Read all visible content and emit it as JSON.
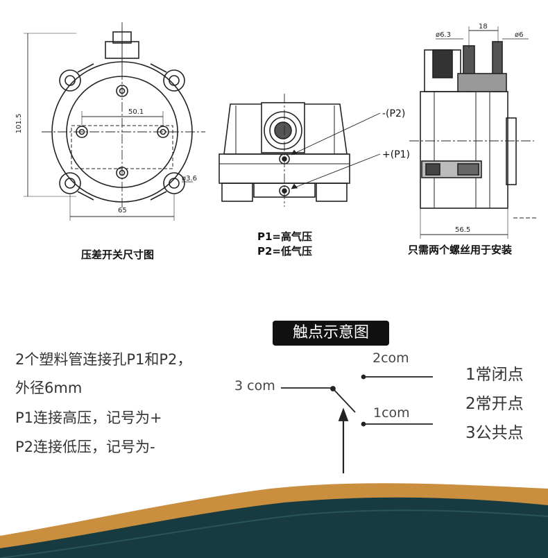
{
  "drawing_front": {
    "height_dim": "101.5",
    "hole_spacing_dim": "50.1",
    "hole_dia_dim": "ø3.6",
    "width_dim": "65",
    "caption": "压差开关尺寸图"
  },
  "drawing_middle": {
    "p2_label": "-(P2)",
    "p1_label": "+(P1)",
    "caption_line1": "P1=高气压",
    "caption_line2": "P2=低气压"
  },
  "drawing_side": {
    "tube_dia_left": "ø6.3",
    "spacing_dim": "18",
    "tube_dia_right": "ø6",
    "depth_dim": "56.5",
    "caption": "只需两个螺丝用于安装"
  },
  "contacts": {
    "title": "触点示意图",
    "description": [
      "2个塑料管连接孔P1和P2，",
      "外径6mm",
      "P1连接高压，记号为+",
      "P2连接低压，记号为-"
    ],
    "com3_label": "3 com",
    "com2_label": "2com",
    "com1_label": "1com",
    "legend": [
      "1常闭点",
      "2常开点",
      "3公共点"
    ]
  },
  "colors": {
    "background": "#ffffff",
    "line": "#222222",
    "badge": "#111111",
    "wave_dark": "#173b40",
    "wave_gold": "#c98e3e"
  }
}
